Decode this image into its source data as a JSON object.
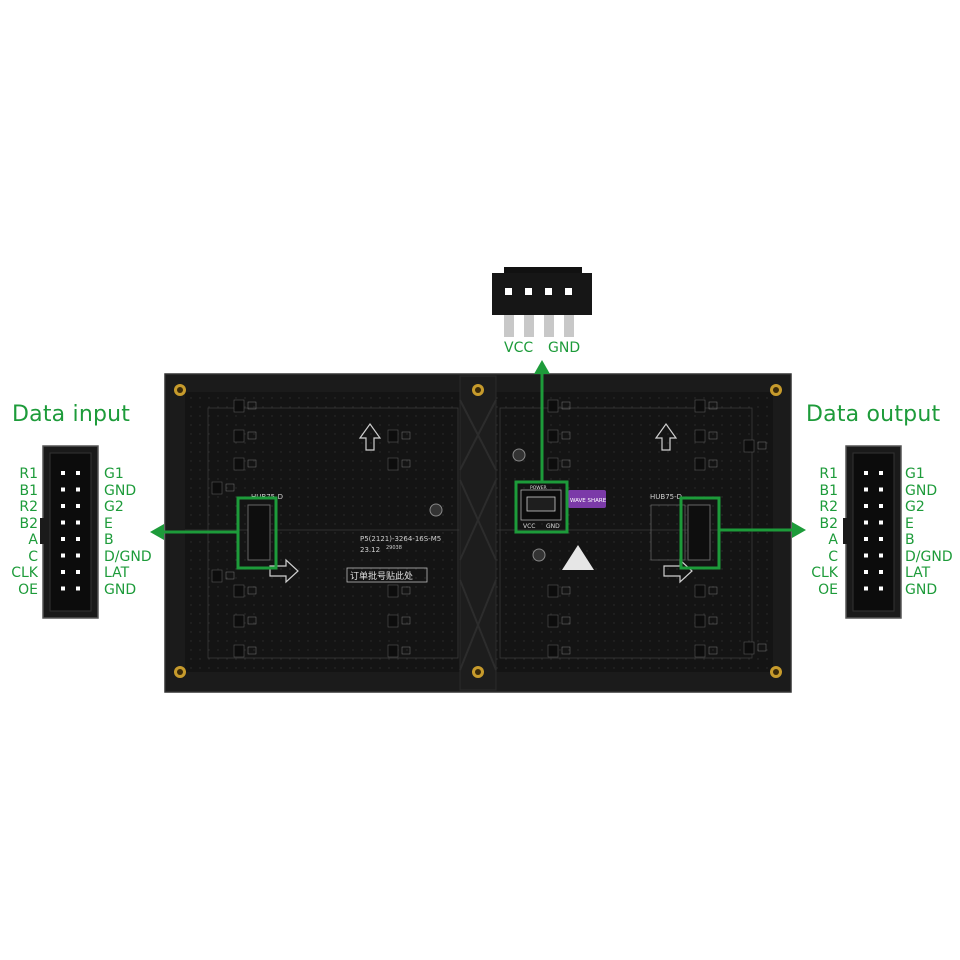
{
  "titles": {
    "input": "Data input",
    "output": "Data output"
  },
  "power": {
    "vcc": "VCC",
    "gnd": "GND",
    "board_label": "POWER",
    "board_vcc": "VCC",
    "board_gnd": "GND"
  },
  "input_pins": {
    "left": [
      "R1",
      "B1",
      "R2",
      "B2",
      "A",
      "C",
      "CLK",
      "OE"
    ],
    "right": [
      "G1",
      "GND",
      "G2",
      "E",
      "B",
      "D/GND",
      "LAT",
      "GND"
    ]
  },
  "output_pins": {
    "left": [
      "R1",
      "B1",
      "R2",
      "B2",
      "A",
      "C",
      "CLK",
      "OE"
    ],
    "right": [
      "G1",
      "GND",
      "G2",
      "E",
      "B",
      "D/GND",
      "LAT",
      "GND"
    ]
  },
  "board": {
    "hub_left": "HUB75-D",
    "hub_right": "HUB75-D",
    "model": "P5(2121)-3264-16S-M5",
    "code": "29038",
    "date": "23.12",
    "order_label": "订单批号贴此处",
    "brand": "WAVE SHARE"
  },
  "colors": {
    "accent": "#1d9b3a",
    "board": "#1c1c1c",
    "brand_bg": "#7b3aa8"
  }
}
